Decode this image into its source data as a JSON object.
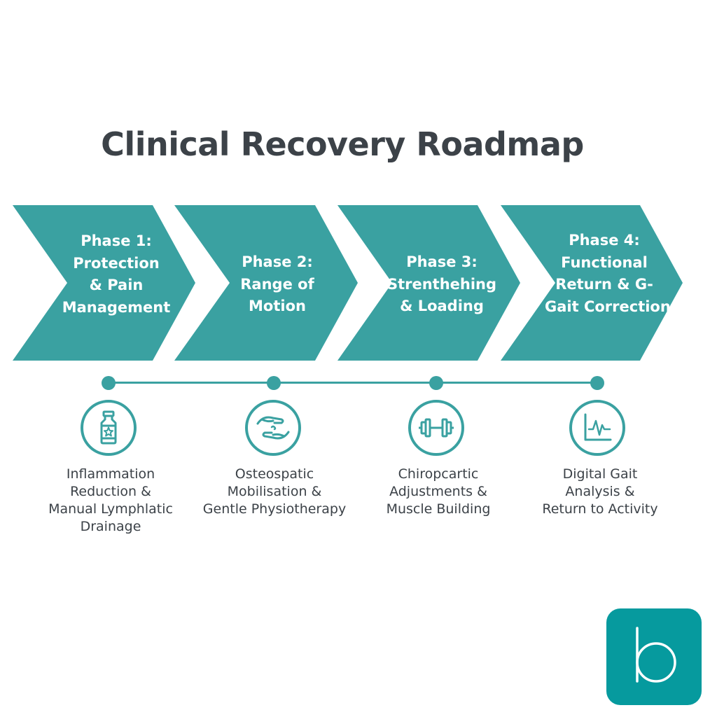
{
  "title": "Clinical Recovery Roadmap",
  "colors": {
    "accent": "#3aa1a1",
    "logo_bg": "#069a9e",
    "text": "#3c4248"
  },
  "phases": [
    {
      "label_lines": [
        "Phase 1:",
        "Protection",
        "& Pain",
        "Management"
      ],
      "icon": "medicine-bottle-icon",
      "description_lines": [
        "Inflammation",
        "Reduction &",
        "Manual Lymphlatic",
        "Drainage"
      ]
    },
    {
      "label_lines": [
        "Phase 2:",
        "Range of",
        "Motion"
      ],
      "icon": "caring-hands-icon",
      "description_lines": [
        "Osteospatic",
        "Mobilisation &",
        "Gentle Physiotherapy"
      ]
    },
    {
      "label_lines": [
        "Phase 3:",
        "Strenthehing",
        "& Loading"
      ],
      "icon": "dumbbell-icon",
      "description_lines": [
        "Chiropcartic",
        "Adjustments &",
        "Muscle Building"
      ]
    },
    {
      "label_lines": [
        "Phase 4:",
        "Functional",
        "Return & G-",
        "Gait Correction"
      ],
      "icon": "gait-chart-icon",
      "description_lines": [
        "Digital Gait",
        "Analysis &",
        "Return to Activity"
      ]
    }
  ],
  "logo": {
    "icon": "letter-b-logo"
  }
}
